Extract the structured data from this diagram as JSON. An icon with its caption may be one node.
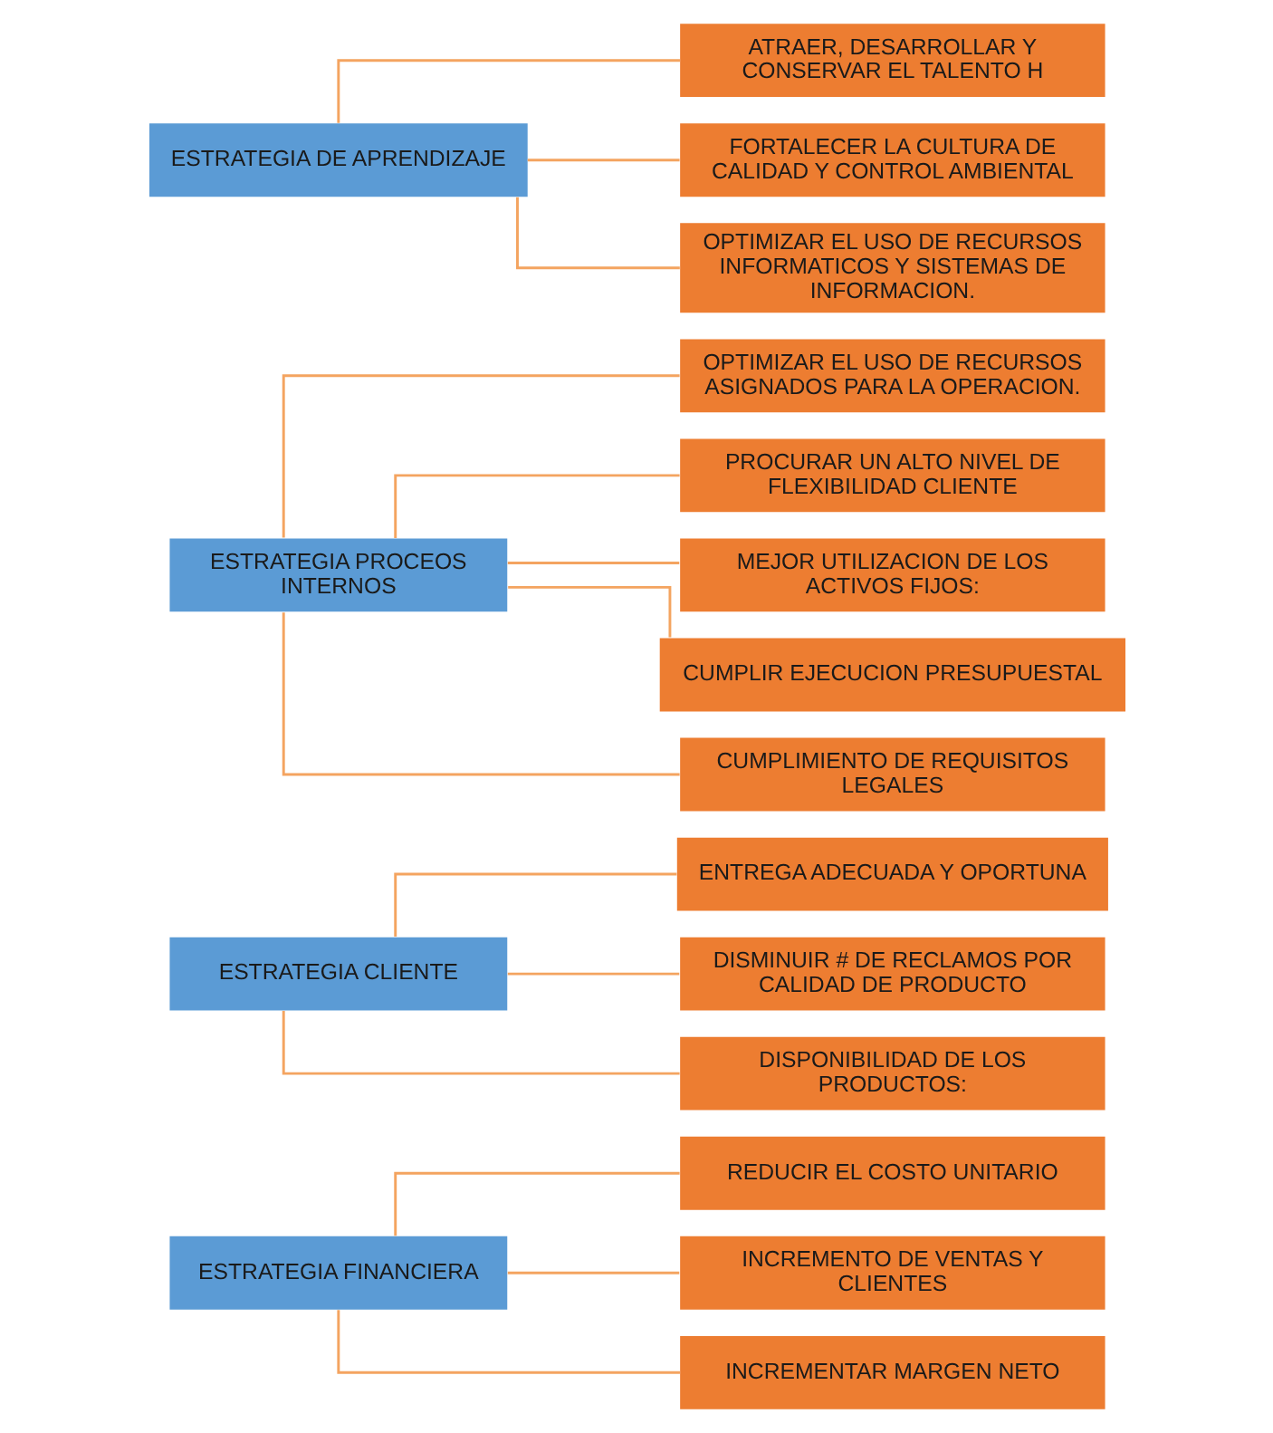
{
  "diagram": {
    "nodes": [
      {
        "text": [
          "ESTRATEGIA FINANCIERA"
        ]
      },
      {
        "text": [
          "REDUCIR EL COSTO UNITARIO"
        ]
      },
      {
        "text": [
          "INCREMENTO DE VENTAS Y CLIENTES"
        ]
      },
      {
        "text": [
          "INCREMENTAR MARGEN NETO"
        ]
      },
      {
        "text": [
          "ESTRATEGIA CLIENTE"
        ]
      },
      {
        "text": [
          "ENTREGA ADECUADA Y OPORTUNA"
        ]
      },
      {
        "text": [
          "DISMINUIR # DE RECLAMOS POR CALIDAD DE PRODUCTO"
        ]
      },
      {
        "text": [
          "DISPONIBILIDAD DE LOS PRODUCTOS:"
        ]
      },
      {
        "text": [
          "ESTRATEGIA PROCEOS INTERNOS"
        ]
      },
      {
        "text": [
          "OPTIMIZAR EL USO DE RECURSOS ASIGNADOS PARA LA OPERACION."
        ]
      },
      {
        "text": [
          "PROCURAR UN ALTO NIVEL DE FLEXIBILIDAD CLIENTE"
        ]
      },
      {
        "text": [
          "MEJOR UTILIZACION DE LOS ACTIVOS FIJOS:"
        ]
      },
      {
        "text": [
          "CUMPLIR EJECUCION PRESUPUESTAL"
        ]
      },
      {
        "text": [
          "CUMPLIMIENTO DE REQUISITOS LEGALES"
        ]
      },
      {
        "text": [
          "ESTRATEGIA DE APRENDIZAJE"
        ]
      },
      {
        "text": [
          "ATRAER, DESARROLLAR Y CONSERVAR EL TALENTO H"
        ]
      },
      {
        "text": [
          "FORTALECER LA CULTURA DE CALIDAD Y CONTROL AMBIENTAL"
        ]
      },
      {
        "text": [
          "OPTIMIZAR EL USO DE RECURSOS INFORMATICOS Y SISTEMAS DE INFORMACION."
        ]
      }
    ],
    "edges": [
      {
        "from": 0,
        "to": 1,
        "arrow": "none"
      },
      {
        "from": 0,
        "to": 2,
        "arrow": "none"
      },
      {
        "from": 0,
        "to": 3,
        "arrow": "none"
      },
      {
        "from": 4,
        "to": 5,
        "arrow": "none"
      },
      {
        "from": 4,
        "to": 6,
        "arrow": "none"
      },
      {
        "from": 4,
        "to": 7,
        "arrow": "none"
      },
      {
        "from": 8,
        "to": 9,
        "arrow": "none"
      },
      {
        "from": 8,
        "to": 10,
        "arrow": "none"
      },
      {
        "from": 8,
        "to": 11,
        "arrow": "none"
      },
      {
        "from": 8,
        "to": 12,
        "arrow": "none"
      },
      {
        "from": 8,
        "to": 13,
        "arrow": "none"
      },
      {
        "from": 14,
        "to": 15,
        "arrow": "none"
      },
      {
        "from": 14,
        "to": 16,
        "arrow": "none"
      },
      {
        "from": 14,
        "to": 17,
        "arrow": "none"
      }
    ]
  }
}
